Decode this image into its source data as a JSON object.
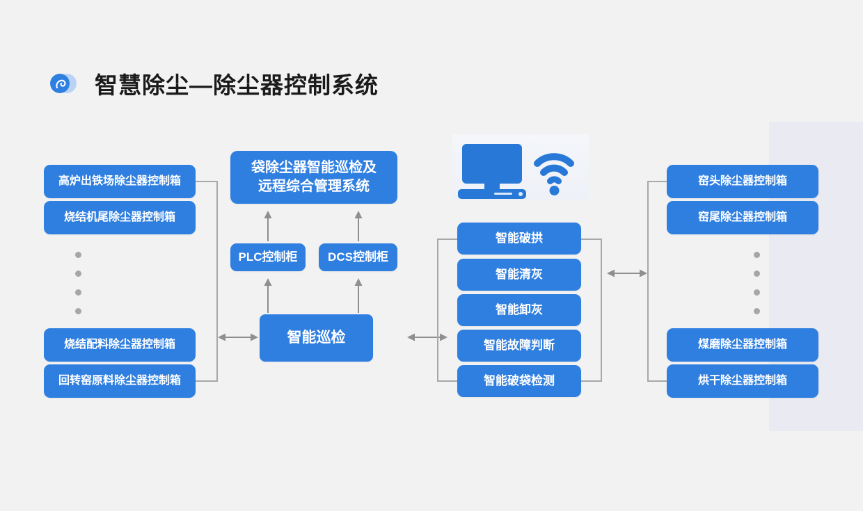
{
  "header": {
    "title": "智慧除尘—除尘器控制系统",
    "logo_icon": "swirl-logo-icon",
    "logo_color": "#2f7fe0",
    "logo_secondary_color": "#b9d3f5"
  },
  "theme": {
    "background": "#f2f2f2",
    "node_blue": "#2f7fe0",
    "node_text": "#ffffff",
    "connector_gray": "#a8a8a8",
    "dot_gray": "#a6a6a6",
    "panel_lavender": "#e9eaf2"
  },
  "illustration": {
    "computer_icon": "desktop-computer-icon",
    "wifi_icon": "wifi-signal-icon",
    "color": "#2878d8"
  },
  "left_column": {
    "top_items": [
      {
        "label": "高炉出铁场除尘器控制箱"
      },
      {
        "label": "烧结机尾除尘器控制箱"
      }
    ],
    "ellipsis_dots": 4,
    "bottom_items": [
      {
        "label": "烧结配料除尘器控制箱"
      },
      {
        "label": "回转窑原料除尘器控制箱"
      }
    ]
  },
  "center_column": {
    "system_box": "袋除尘器智能巡检及\n远程综合管理系统",
    "system_box_line1": "袋除尘器智能巡检及",
    "system_box_line2": "远程综合管理系统",
    "cabinets": [
      {
        "label": "PLC控制柜"
      },
      {
        "label": "DCS控制柜"
      }
    ],
    "hub": {
      "label": "智能巡检"
    }
  },
  "function_column": {
    "items": [
      {
        "label": "智能破拱"
      },
      {
        "label": "智能清灰"
      },
      {
        "label": "智能卸灰"
      },
      {
        "label": "智能故障判断"
      },
      {
        "label": "智能破袋检测"
      }
    ]
  },
  "right_column": {
    "top_items": [
      {
        "label": "窑头除尘器控制箱"
      },
      {
        "label": "窑尾除尘器控制箱"
      }
    ],
    "ellipsis_dots": 4,
    "bottom_items": [
      {
        "label": "煤磨除尘器控制箱"
      },
      {
        "label": "烘干除尘器控制箱"
      }
    ]
  },
  "connectors": {
    "left_to_hub": "bidirectional-arrow",
    "hub_to_functions": "bidirectional-arrow",
    "functions_to_right": "bidirectional-arrow",
    "plc_up": "up-arrow",
    "dcs_up": "up-arrow",
    "hub_up_plc": "up-arrow",
    "hub_up_dcs": "up-arrow"
  }
}
